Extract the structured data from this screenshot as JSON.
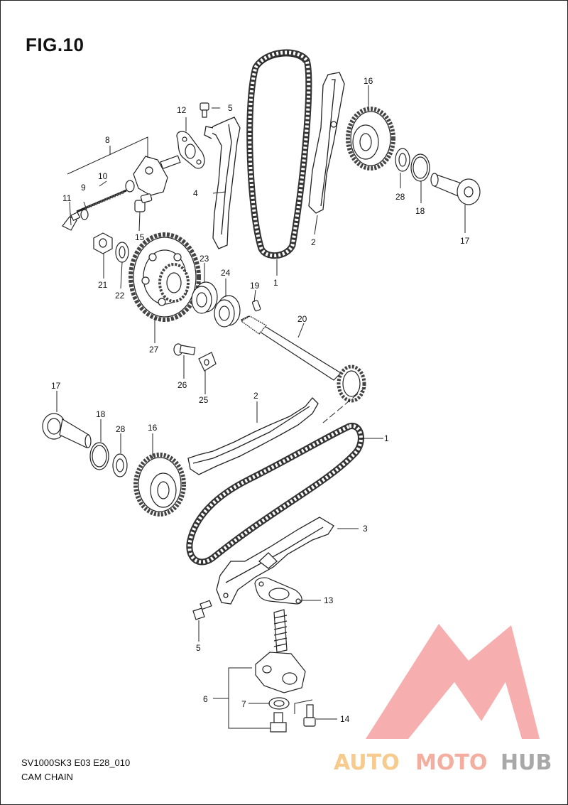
{
  "figure": {
    "title": "FIG.10",
    "model_code": "SV1000SK3 E03 E28_010",
    "caption": "CAM CHAIN"
  },
  "callouts": [
    "1",
    "1",
    "2",
    "2",
    "3",
    "4",
    "5",
    "5",
    "6",
    "7",
    "8",
    "9",
    "10",
    "11",
    "12",
    "13",
    "14",
    "15",
    "16",
    "16",
    "17",
    "17",
    "18",
    "18",
    "19",
    "20",
    "21",
    "22",
    "23",
    "24",
    "25",
    "26",
    "27",
    "28",
    "28"
  ],
  "watermark": {
    "auto": "AUTO",
    "moto": "MOTO",
    "hub": "HUB",
    "colors": {
      "logo": "#f5a0a0",
      "auto": "#f6c27a",
      "moto": "#f1a090",
      "hub": "#9a9a9a"
    }
  }
}
